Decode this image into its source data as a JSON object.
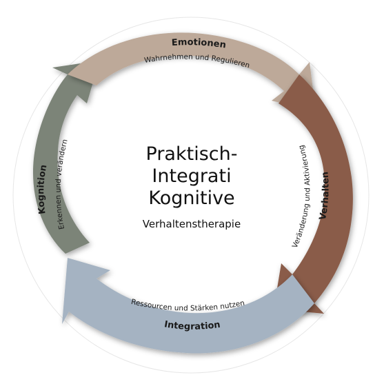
{
  "center": {
    "title_line1": "Praktisch-",
    "title_line2": "Integrati",
    "title_line3": "Kognitive",
    "subtitle": "Verhaltenstherapie"
  },
  "segments": {
    "emotionen": {
      "title": "Emotionen",
      "subtitle": "Wahrnehmen und Regulieren",
      "color": "#bda999"
    },
    "verhalten": {
      "title": "Verhalten",
      "subtitle": "Veränderung und Aktivierung",
      "color": "#8a5c48"
    },
    "integration": {
      "title": "Integration",
      "subtitle": "Ressourcen und Stärken nutzen",
      "color": "#a5b3c2"
    },
    "kognition": {
      "title": "Kognition",
      "subtitle": "Erkennen und verändern",
      "color": "#7c8478"
    }
  }
}
